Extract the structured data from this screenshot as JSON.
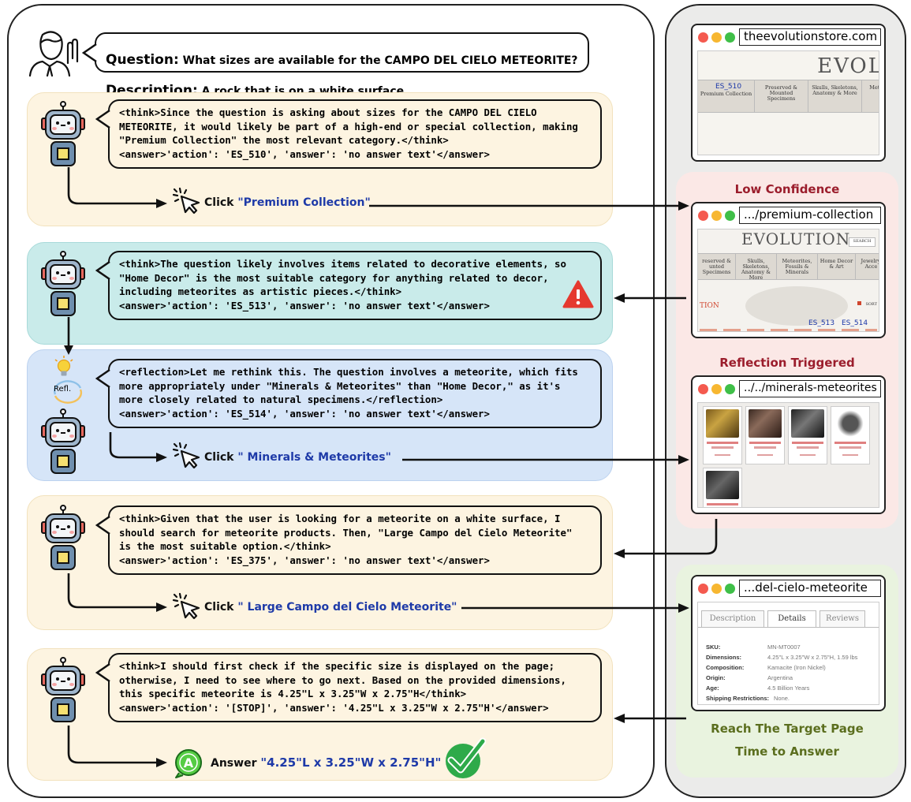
{
  "header": {
    "question_key": "Question:",
    "question_text": "What sizes are available for the CAMPO DEL CIELO METEORITE?",
    "description_key": "Description:",
    "description_text": "A rock that is on a white surface."
  },
  "steps": [
    {
      "text": "<think>Since the question is asking about sizes for the CAMPO DEL CIELO\nMETEORITE, it would likely be part of a high-end or special collection, making\n\"Premium Collection\" the most relevant category.</think>\n<answer>'action': 'ES_510', 'answer': 'no answer text'</answer>",
      "action_label": "Click",
      "action_target": "\"Premium Collection\""
    },
    {
      "text": "<think>The question likely involves items related to decorative elements, so\n\"Home Decor\" is the most suitable category for anything related to decor,\nincluding meteorites as artistic pieces.</think>\n<answer>'action': 'ES_513', 'answer': 'no answer text'</answer>"
    },
    {
      "refl_label": "Refl.",
      "text": "<reflection>Let me rethink this. The question involves a meteorite, which fits\nmore appropriately under \"Minerals & Meteorites\" than \"Home Decor,\" as it's\nmore closely related to natural specimens.</reflection>\n<answer>'action': 'ES_514', 'answer': 'no answer text'</answer>",
      "action_label": "Click",
      "action_target": "\" Minerals & Meteorites\""
    },
    {
      "text": "<think>Given that the user is looking for a meteorite on a white surface, I\nshould search for meteorite products. Then, \"Large Campo del Cielo Meteorite\"\nis the most suitable option.</think>\n<answer>'action': 'ES_375', 'answer': 'no answer text'</answer>",
      "action_label": "Click",
      "action_target": "\" Large Campo del Cielo Meteorite\""
    },
    {
      "text": "<think>I should first check if the specific size is displayed on the page;\notherwise, I need to see where to go next. Based on the provided dimensions,\nthis specific meteorite is 4.25\"L x 3.25\"W x 2.75\"H</think>\n<answer>'action': '[STOP]', 'answer': '4.25\"L x 3.25\"W x 2.75\"H'</answer>",
      "action_label": "Answer",
      "action_target": "\"4.25\"L x 3.25\"W x 2.75\"H\""
    }
  ],
  "browsers": {
    "b1": {
      "url": "theevolutionstore.com",
      "logo": "EVOL",
      "tag": "ES_510",
      "nav": [
        "Premium Collection",
        "Preserved & Mounted Specimens",
        "Skulls, Skeletons, Anatomy & More",
        "Metec"
      ]
    },
    "b2": {
      "stage_title": "Low Confidence",
      "url": ".../premium-collection",
      "logo": "EVOLUTION",
      "nav": [
        "reserved & unted Specimens",
        "Skulls, Skeletons, Anatomy & More",
        "Meteorites, Fossils & Minerals",
        "Home Decor & Art",
        "Jewelry, Acce"
      ],
      "partial_word": "TION",
      "search": "SEARCH",
      "sort": "SORT",
      "tags": [
        "ES_513",
        "ES_514"
      ]
    },
    "b3": {
      "stage_title": "Reflection Triggered",
      "url": "../../minerals-meteorites"
    },
    "b4": {
      "url": "...del-cielo-meteorite",
      "tabs": [
        "Description",
        "Details",
        "Reviews"
      ],
      "details": [
        {
          "k": "SKU:",
          "v": "MN-MT0007"
        },
        {
          "k": "Dimensions:",
          "v": "4.25\"L x 3.25\"W x 2.75\"H, 1.59 lbs"
        },
        {
          "k": "Composition:",
          "v": "Kamacite (Iron Nickel)"
        },
        {
          "k": "Origin:",
          "v": "Argentina"
        },
        {
          "k": "Age:",
          "v": "4.5 Billion Years"
        },
        {
          "k": "Shipping Restrictions:",
          "v": "None."
        }
      ],
      "stage_title_1": "Reach The Target Page",
      "stage_title_2": "Time to Answer"
    }
  },
  "colors": {
    "cream": "#fdf4e1",
    "teal": "#c9ebea",
    "blue": "#d6e5f8",
    "pink": "#fbe8e6",
    "green": "#e9f3df",
    "grey": "#ebebea",
    "dark_red": "#9b1d2c",
    "olive": "#5b6e1e",
    "link_blue": "#1e3aa8"
  },
  "icons": [
    "user-icon",
    "robot-icon",
    "cursor-click-icon",
    "warning-icon",
    "lightbulb-icon",
    "answer-a-icon",
    "checkmark-icon"
  ]
}
